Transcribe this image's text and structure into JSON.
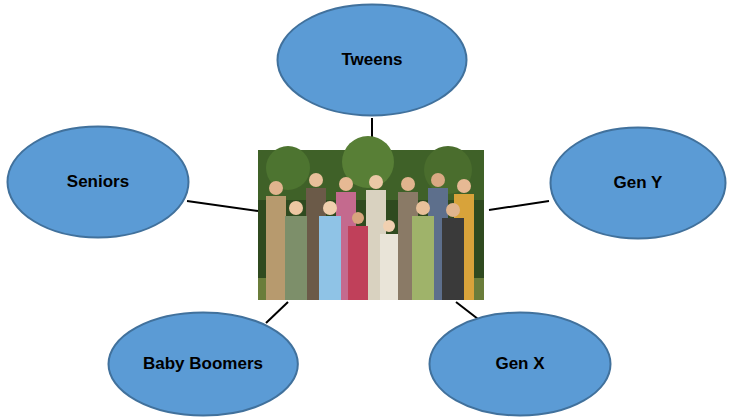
{
  "diagram": {
    "nodes": [
      {
        "text": [
          "Tweens"
        ]
      },
      {
        "text": [
          "Seniors"
        ]
      },
      {
        "text": [
          "Gen Y"
        ]
      },
      {
        "text": [
          "Baby Boomers"
        ]
      },
      {
        "text": [
          "Gen X"
        ]
      }
    ]
  }
}
